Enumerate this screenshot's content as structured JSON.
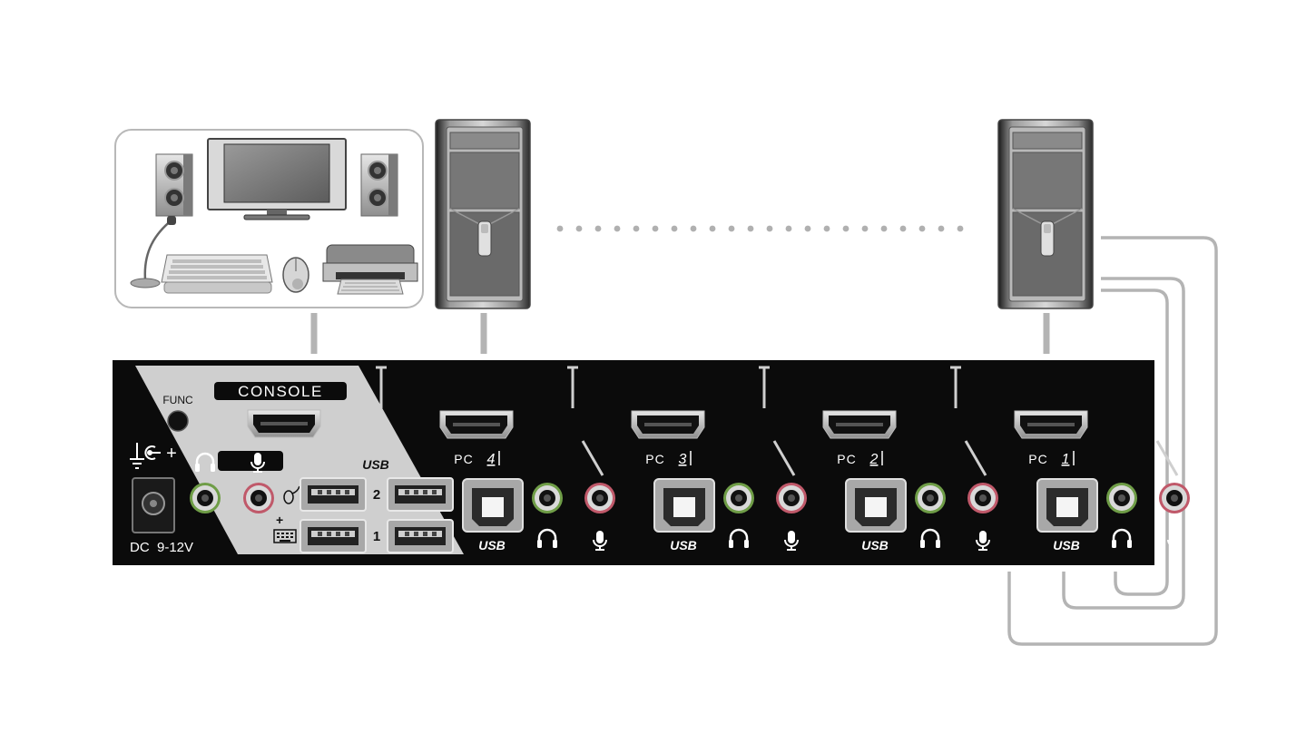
{
  "panel": {
    "console_label": "CONSOLE",
    "func_label": "FUNC",
    "dc_label": "DC  9-12V",
    "usb_console_label": "USB",
    "usb_row_2": "2",
    "usb_row_1": "1",
    "plus_sign": "+",
    "pcs": [
      {
        "prefix": "PC",
        "num": "4",
        "usb": "USB"
      },
      {
        "prefix": "PC",
        "num": "3",
        "usb": "USB"
      },
      {
        "prefix": "PC",
        "num": "2",
        "usb": "USB"
      },
      {
        "prefix": "PC",
        "num": "1",
        "usb": "USB"
      }
    ]
  },
  "colors": {
    "panel": "#0b0b0b",
    "console_strip": "#cfcfcf",
    "cable": "#b4b4b4",
    "jack_green": "#6f9d47",
    "jack_pink": "#c0596a"
  },
  "icons": [
    "speaker-icon",
    "monitor-icon",
    "microphone-icon",
    "keyboard-icon",
    "mouse-icon",
    "printer-icon",
    "pc-tower-icon",
    "headphone-icon",
    "hdmi-port-icon",
    "usb-b-port-icon",
    "usb-a-port-icon",
    "dc-power-icon",
    "ground-icon"
  ]
}
